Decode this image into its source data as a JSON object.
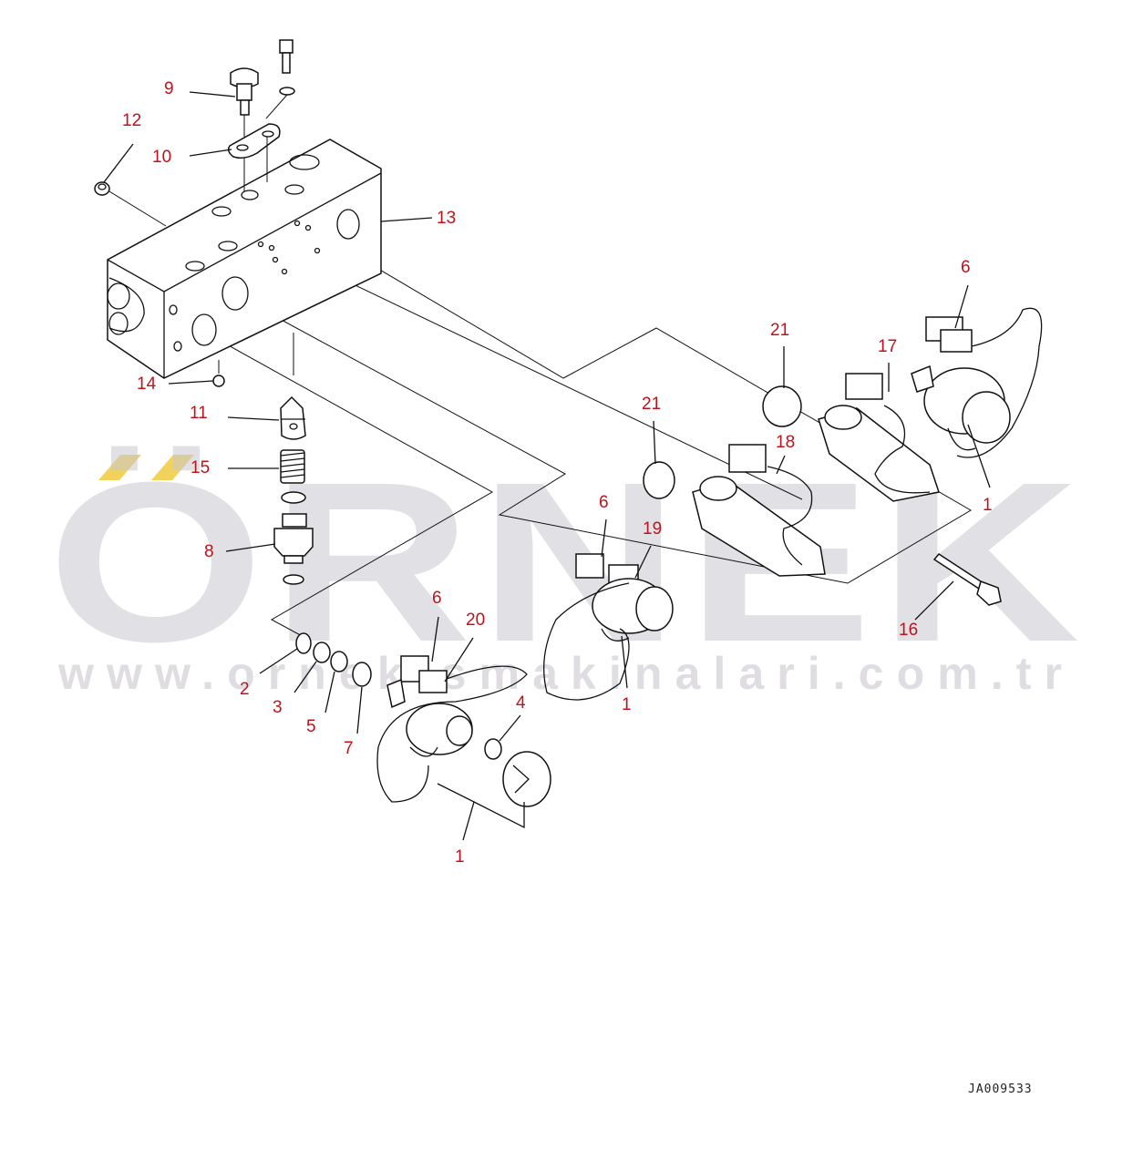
{
  "watermark": {
    "text": "ÖRNEK",
    "url": "www.ornekismakinalari.com.tr",
    "accent_color": "#f1d35b",
    "text_color": "#c9c6cf"
  },
  "drawing_code": "JA009533",
  "label_color": "#c0121a",
  "callouts": [
    {
      "id": "c9",
      "text": "9"
    },
    {
      "id": "c12",
      "text": "12"
    },
    {
      "id": "c10",
      "text": "10"
    },
    {
      "id": "c13",
      "text": "13"
    },
    {
      "id": "c14",
      "text": "14"
    },
    {
      "id": "c11",
      "text": "11"
    },
    {
      "id": "c15",
      "text": "15"
    },
    {
      "id": "c8",
      "text": "8"
    },
    {
      "id": "c6a",
      "text": "6"
    },
    {
      "id": "c21a",
      "text": "21"
    },
    {
      "id": "c17",
      "text": "17"
    },
    {
      "id": "c1a",
      "text": "1"
    },
    {
      "id": "c21b",
      "text": "21"
    },
    {
      "id": "c18",
      "text": "18"
    },
    {
      "id": "c6b",
      "text": "6"
    },
    {
      "id": "c19",
      "text": "19"
    },
    {
      "id": "c16",
      "text": "16"
    },
    {
      "id": "c6c",
      "text": "6"
    },
    {
      "id": "c20",
      "text": "20"
    },
    {
      "id": "c1b",
      "text": "1"
    },
    {
      "id": "c4",
      "text": "4"
    },
    {
      "id": "c2",
      "text": "2"
    },
    {
      "id": "c3",
      "text": "3"
    },
    {
      "id": "c5",
      "text": "5"
    },
    {
      "id": "c7",
      "text": "7"
    },
    {
      "id": "c1c",
      "text": "1"
    }
  ]
}
